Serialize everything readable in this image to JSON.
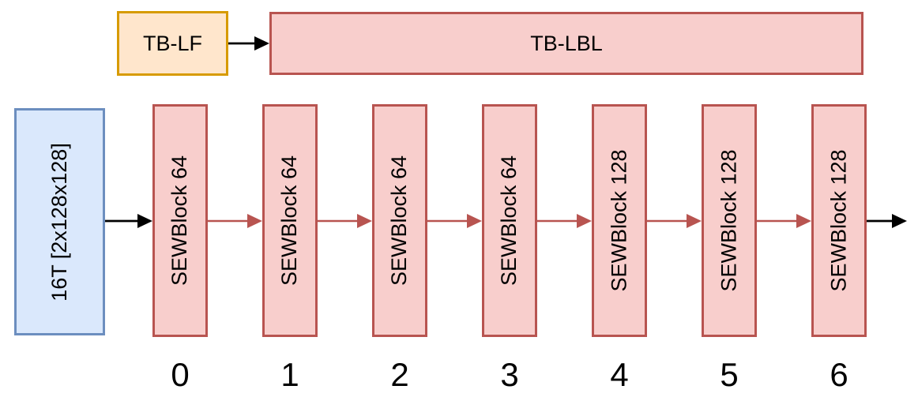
{
  "diagram": {
    "top_row": {
      "tb_lf": {
        "label": "TB-LF"
      },
      "tb_lbl": {
        "label": "TB-LBL"
      }
    },
    "input_block": {
      "label": "16T [2x128x128]"
    },
    "blocks": [
      {
        "label": "SEWBlock 64",
        "index": "0"
      },
      {
        "label": "SEWBlock 64",
        "index": "1"
      },
      {
        "label": "SEWBlock 64",
        "index": "2"
      },
      {
        "label": "SEWBlock 64",
        "index": "3"
      },
      {
        "label": "SEWBlock 128",
        "index": "4"
      },
      {
        "label": "SEWBlock 128",
        "index": "5"
      },
      {
        "label": "SEWBlock 128",
        "index": "6"
      }
    ]
  },
  "colors": {
    "orange_fill": "#FFE6CC",
    "orange_stroke": "#D79B00",
    "red_fill": "#F8CECC",
    "red_stroke": "#B85450",
    "blue_fill": "#DAE8FC",
    "blue_stroke": "#6C8EBF",
    "arrow_black": "#000000",
    "arrow_red": "#B85450"
  }
}
